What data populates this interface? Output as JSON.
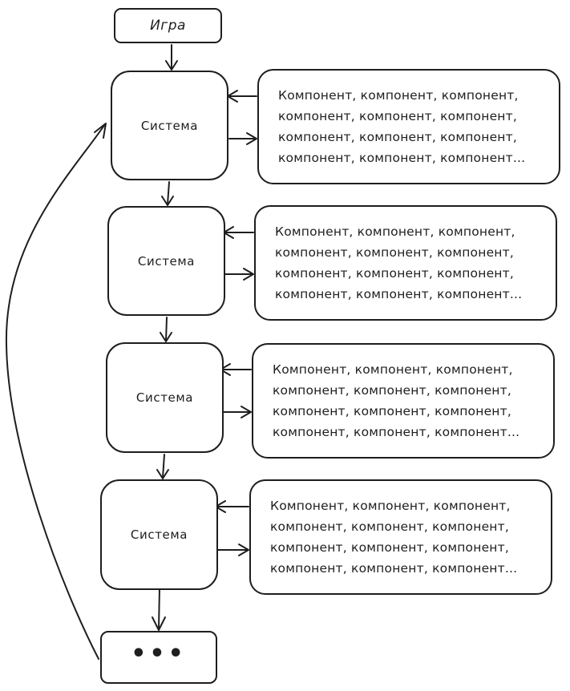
{
  "game": {
    "label": "Игра"
  },
  "systems": [
    {
      "label": "Система",
      "components": "Компонент, компонент, компонент,\nкомпонент, компонент, компонент,\nкомпонент, компонент, компонент,\nкомпонент, компонент, компонент..."
    },
    {
      "label": "Система",
      "components": "Компонент, компонент, компонент,\nкомпонент, компонент, компонент,\nкомпонент, компонент, компонент,\nкомпонент, компонент, компонент..."
    },
    {
      "label": "Система",
      "components": "Компонент, компонент, компонент,\nкомпонент, компонент, компонент,\nкомпонент, компонент, компонент,\nкомпонент, компонент, компонент..."
    },
    {
      "label": "Система",
      "components": "Компонент, компонент, компонент,\nкомпонент, компонент, компонент,\nкомпонент, компонент, компонент,\nкомпонент, компонент, компонент..."
    }
  ],
  "continuation": {
    "label": "•••"
  }
}
